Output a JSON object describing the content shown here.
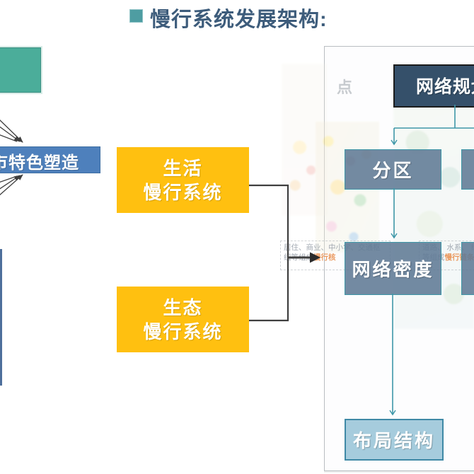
{
  "title": {
    "text": "慢行系统发展架构:",
    "bullet_color": "#4E9DA2",
    "text_color": "#3D5C7B"
  },
  "left_column": {
    "teal_block_color": "#4BAD9A",
    "feature_box": {
      "label": "市特色塑造",
      "fill": "#4E80BC"
    },
    "edge_box_sliver_color": "#4E6F9C"
  },
  "middle_column": {
    "fill": "#FFC010",
    "boxes": [
      {
        "line1": "生活",
        "line2": "慢行系统"
      },
      {
        "line1": "生态",
        "line2": "慢行系统"
      }
    ]
  },
  "right_panel": {
    "header": {
      "label": "网络规划",
      "fill": "#35506A"
    },
    "background_label": "点",
    "nodes": [
      {
        "label": "分区"
      },
      {
        "label": "网络密度"
      },
      {
        "label": "布局结构"
      }
    ],
    "captions": [
      {
        "line1": "居住、商业、中小学、交通枢",
        "line2_gray": "纽等组成",
        "line2_accent": "慢行核"
      },
      {
        "line1": "道路、 水系、 绿",
        "line2_gray": "等组成",
        "line2_accent": "慢行链条"
      }
    ]
  },
  "colors": {
    "accent_teal_line": "#3E97A8",
    "connector_dark": "#3F3F3F",
    "panel_border": "#B9BDC1",
    "caption_gray": "#848E99",
    "caption_accent": "#E78A45",
    "node_fill": "rgba(96,122,149,0.88)",
    "layout_node_fill": "#A6CCDD"
  }
}
